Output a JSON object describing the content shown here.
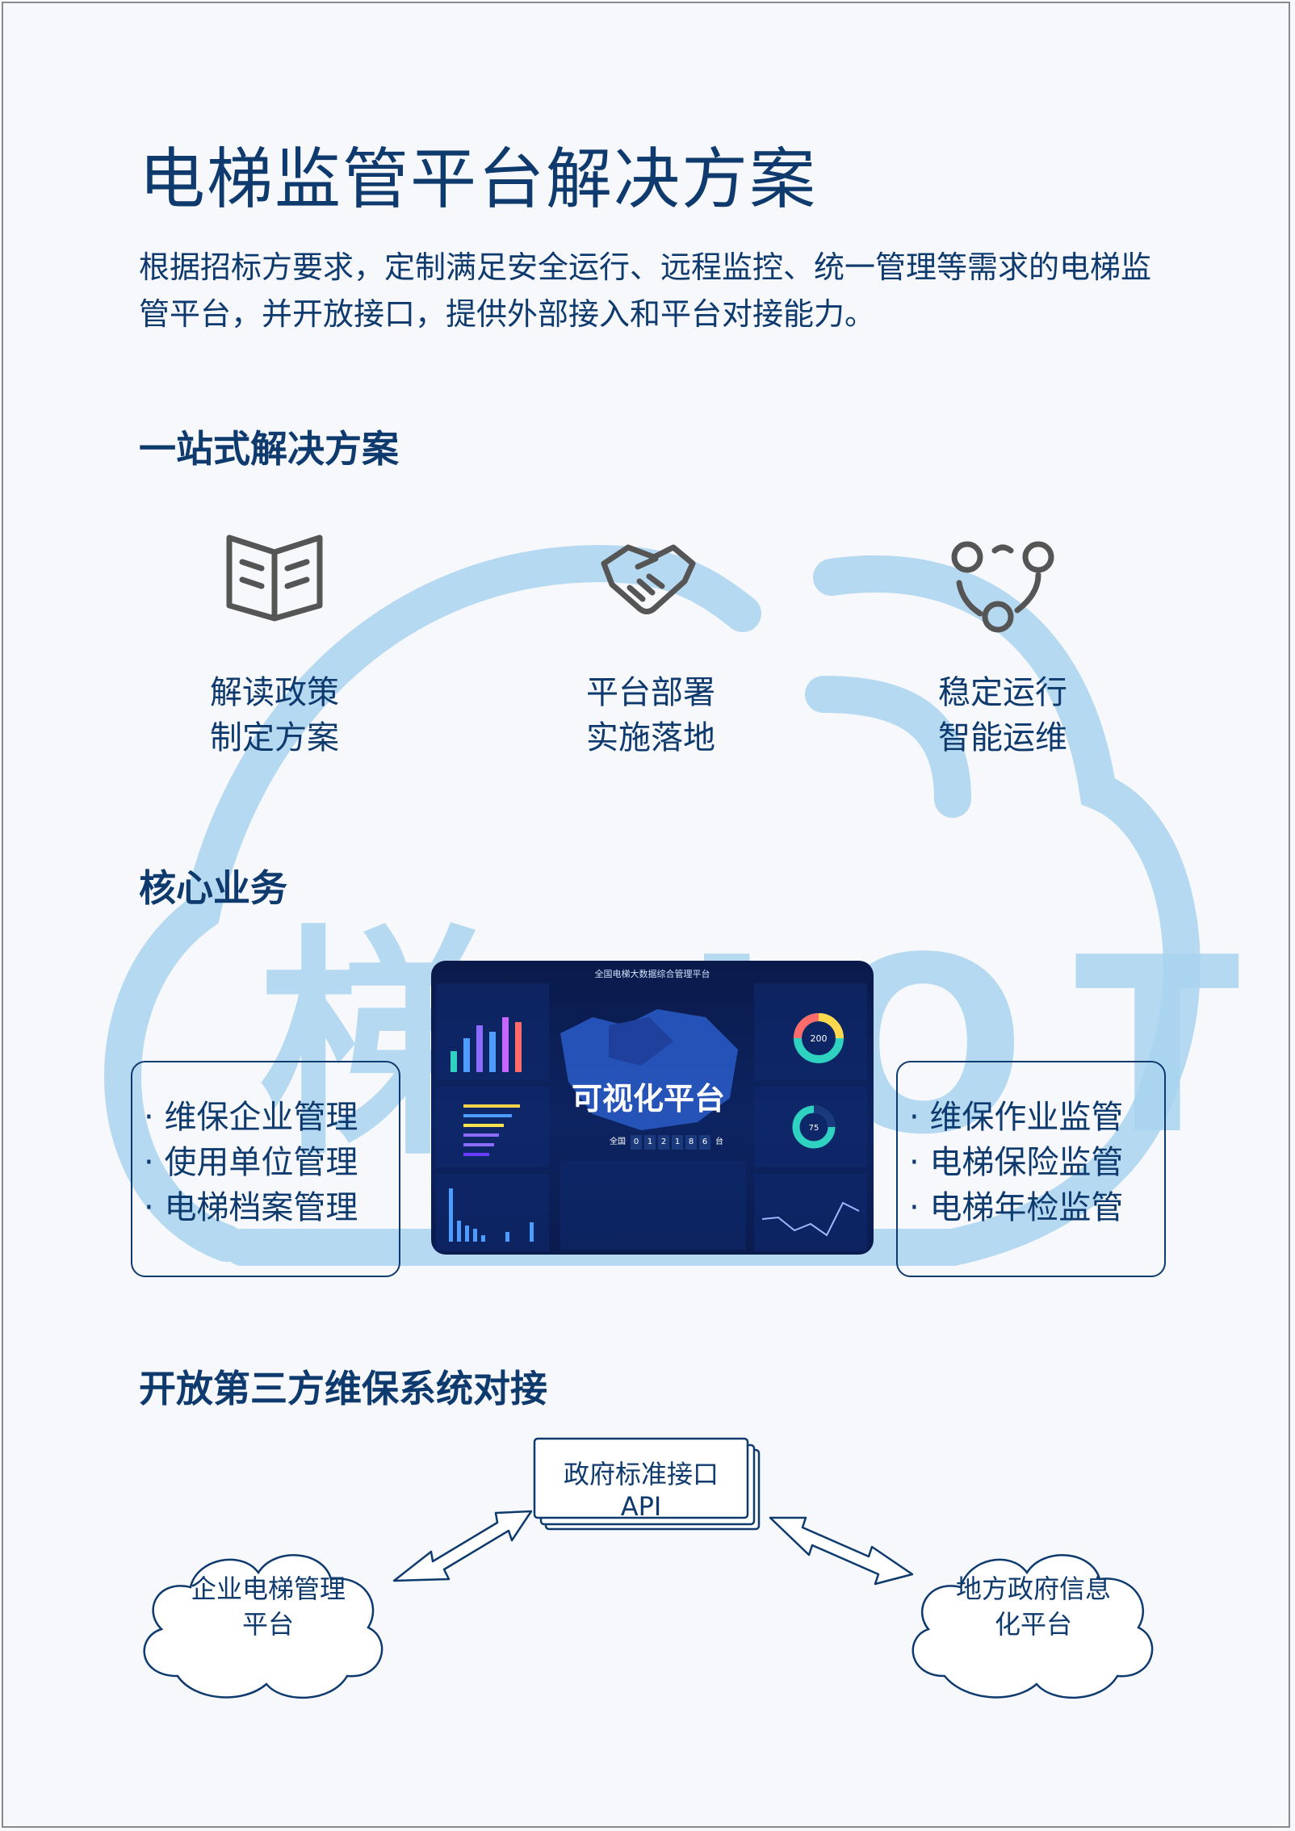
{
  "title": "电梯监管平台解决方案",
  "intro": "根据招标方要求，定制满足安全运行、远程监控、统一管理等需求的电梯监管平台，并开放接口，提供外部接入和平台对接能力。",
  "watermark_text": "梯 IOT",
  "sections": {
    "one_stop": {
      "heading": "一站式解决方案",
      "items": [
        {
          "icon": "open-book-icon",
          "line1": "解读政策",
          "line2": "制定方案"
        },
        {
          "icon": "handshake-icon",
          "line1": "平台部署",
          "line2": "实施落地"
        },
        {
          "icon": "network-nodes-icon",
          "line1": "稳定运行",
          "line2": "智能运维"
        }
      ]
    },
    "core": {
      "heading": "核心业务",
      "left_items": [
        "维保企业管理",
        "使用单位管理",
        "电梯档案管理"
      ],
      "right_items": [
        "维保作业监管",
        "电梯保险监管",
        "电梯年检监管"
      ],
      "dashboard": {
        "title": "全国电梯大数据综合管理平台",
        "overlay": "可视化平台",
        "counter_label": "全国",
        "counter_digits": [
          "0",
          "1",
          "2",
          "1",
          "8",
          "6"
        ],
        "counter_unit": "台",
        "donut1_value": "200",
        "donut2_value": "75"
      }
    },
    "integration": {
      "heading": "开放第三方维保系统对接",
      "api_line1": "政府标准接口",
      "api_line2": "API",
      "left_cloud_line1": "企业电梯管理",
      "left_cloud_line2": "平台",
      "right_cloud_line1": "地方政府信息",
      "right_cloud_line2": "化平台"
    }
  },
  "colors": {
    "primary": "#0e3a6e",
    "watermark": "#a9d4ef",
    "background": "#f7f8fc",
    "icon_gray": "#555555"
  }
}
